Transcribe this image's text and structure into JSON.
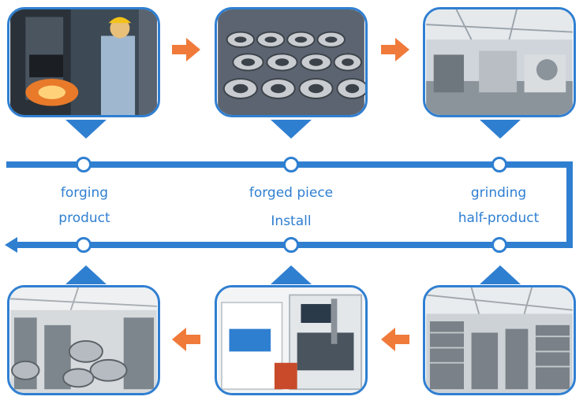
{
  "steps": [
    {
      "label": "forging",
      "photo": "forge-press-worker"
    },
    {
      "label": "forged piece",
      "photo": "stacked-forged-rings"
    },
    {
      "label": "grinding",
      "photo": "machine-workshop"
    },
    {
      "label": "half-product",
      "photo": "flange-warehouse"
    },
    {
      "label": "Install",
      "photo": "cnc-machine"
    },
    {
      "label": "product",
      "photo": "finished-flanges"
    }
  ],
  "colors": {
    "flow_blue": "#2f7fd1",
    "arrow_orange": "#f07a3a"
  },
  "icons": [
    "arrow-right-icon",
    "arrow-left-icon",
    "flow-node-icon",
    "arrowhead-left-icon"
  ]
}
